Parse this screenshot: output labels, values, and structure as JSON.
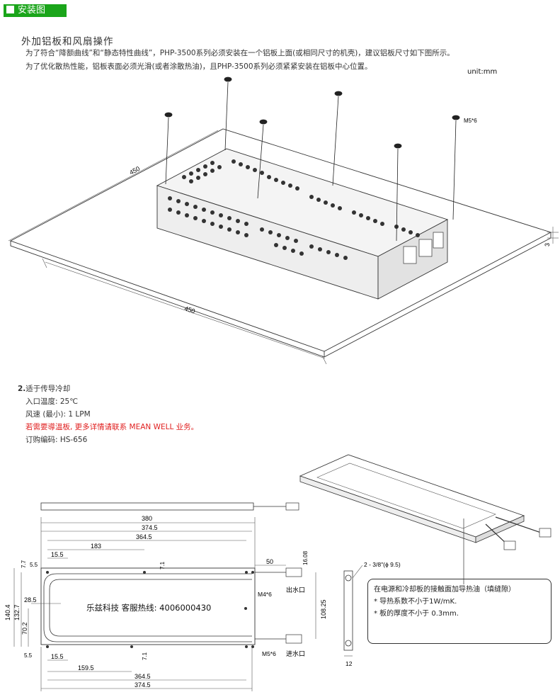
{
  "header": {
    "title": "安装图"
  },
  "section1": {
    "title": "外加铝板和风扇操作",
    "line1": "为了符合“降额曲线”和“静态特性曲线”，PHP-3500系列必须安装在一个铝板上面(或相同尺寸的机壳)，建议铝板尺寸如下图所示。",
    "line2": "为了优化散热性能，铝板表面必须光滑(或者涂散热油)，且PHP-3500系列必须紧紧安装在铝板中心位置。",
    "unit": "unit:mm",
    "dims": {
      "side_a": "450",
      "side_b": "450",
      "thickness": "3",
      "screw": "M5*6"
    }
  },
  "section2": {
    "num": "2.",
    "title": "适于传导冷却",
    "inlet_temp": "入口温度: 25℃",
    "flow": "风速 (最小): 1 LPM",
    "contact": "若需要導溫板, 更多详情请联系 MEAN WELL 业务。",
    "order": "订购编码: HS-656"
  },
  "drawing": {
    "dims_top": [
      "380",
      "374.5",
      "364.5",
      "183",
      "15.5",
      "7.7",
      "5.5",
      "7.1",
      "50",
      "16.08"
    ],
    "dims_left": [
      "140.4",
      "132.7",
      "28.5",
      "70.2",
      "5.5"
    ],
    "dims_bottom": [
      "15.5",
      "7.1",
      "159.5",
      "364.5",
      "374.5"
    ],
    "dims_right": [
      "108.25"
    ],
    "m4": "M4*6",
    "m5": "M5*6",
    "outlet": "出水口",
    "inlet": "进水口",
    "pipe": "2 - 3/8\"(ϕ 9.5)",
    "side_w": "12",
    "watermark": "乐兹科技 客服热线: 4006000430"
  },
  "notes": {
    "l1": "在电源和冷却板的接触面加导热油（填缝隙）",
    "l2": "* 导热系数不小于1W/mK.",
    "l3": "* 板的厚度不小于 0.3mm."
  }
}
